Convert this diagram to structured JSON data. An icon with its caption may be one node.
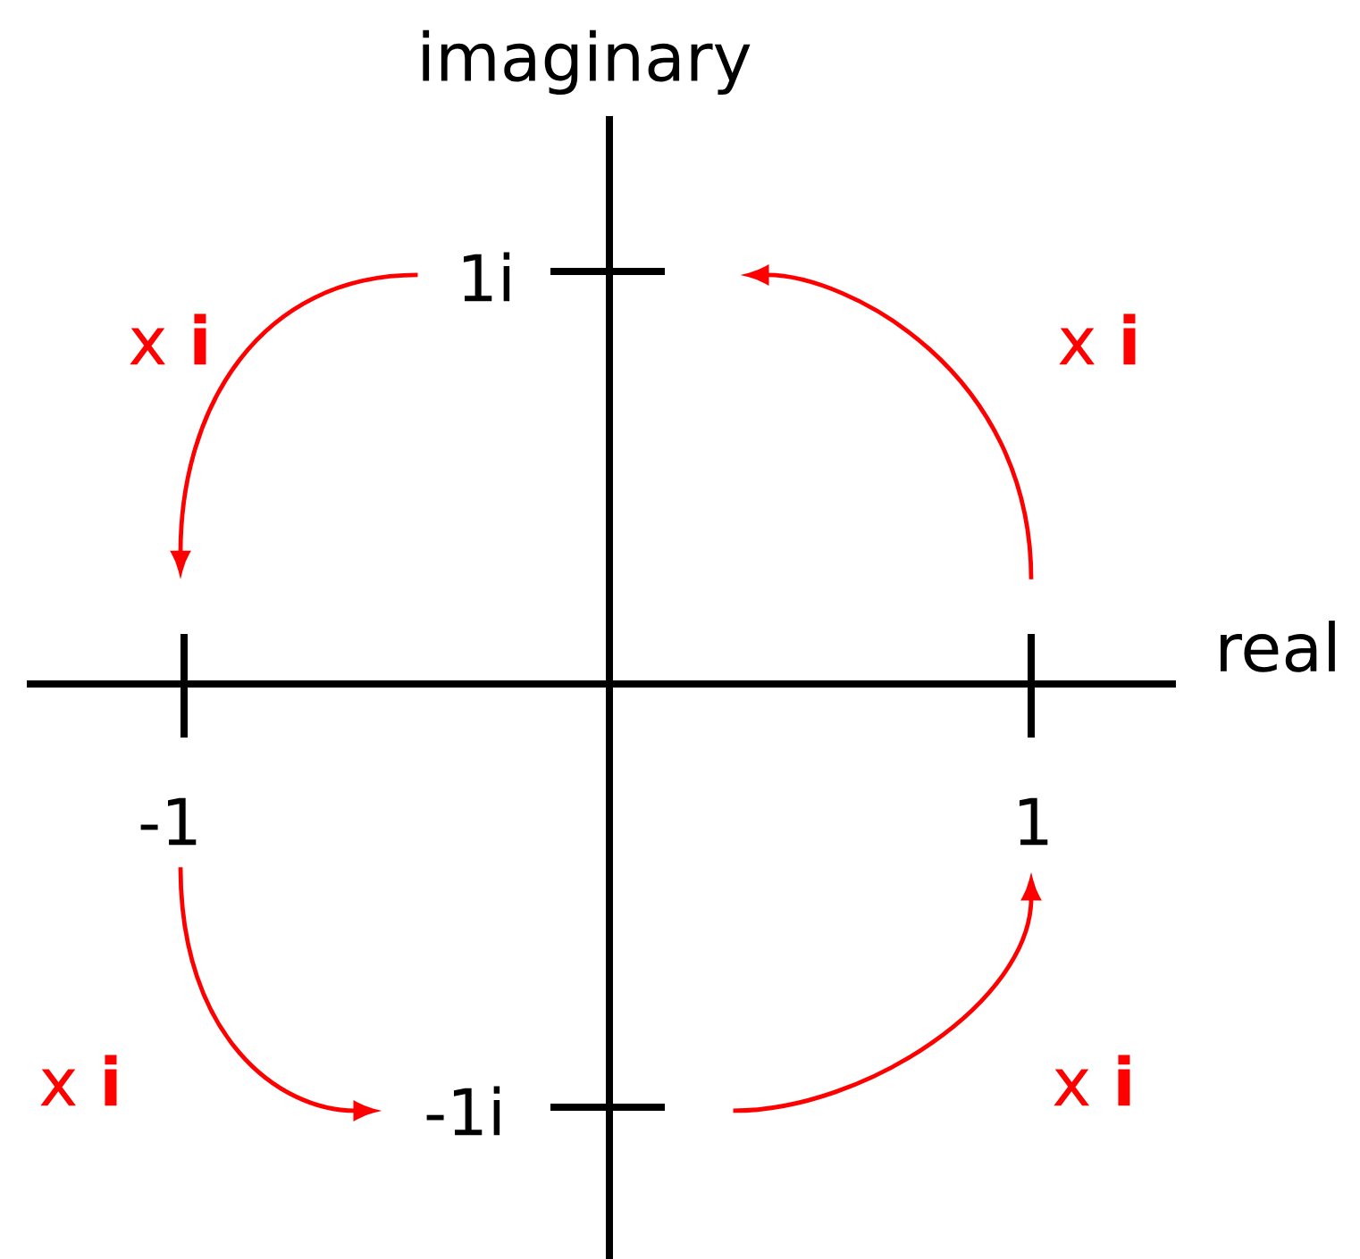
{
  "diagram": {
    "nodes": [
      {
        "text": [
          "1i"
        ]
      },
      {
        "text": [
          "-1"
        ]
      },
      {
        "text": [
          "1"
        ]
      },
      {
        "text": [
          "-1i"
        ]
      }
    ],
    "edges": [
      {
        "from": 0,
        "to": 1,
        "arrow": "to",
        "label": "x **i**"
      },
      {
        "from": 2,
        "to": 0,
        "arrow": "to",
        "label": "x **i**"
      },
      {
        "from": 1,
        "to": 3,
        "arrow": "to",
        "label": "x **i**"
      },
      {
        "from": 3,
        "to": 2,
        "arrow": "to",
        "label": "x **i**"
      }
    ],
    "labels": [
      "imaginary",
      "real"
    ]
  }
}
